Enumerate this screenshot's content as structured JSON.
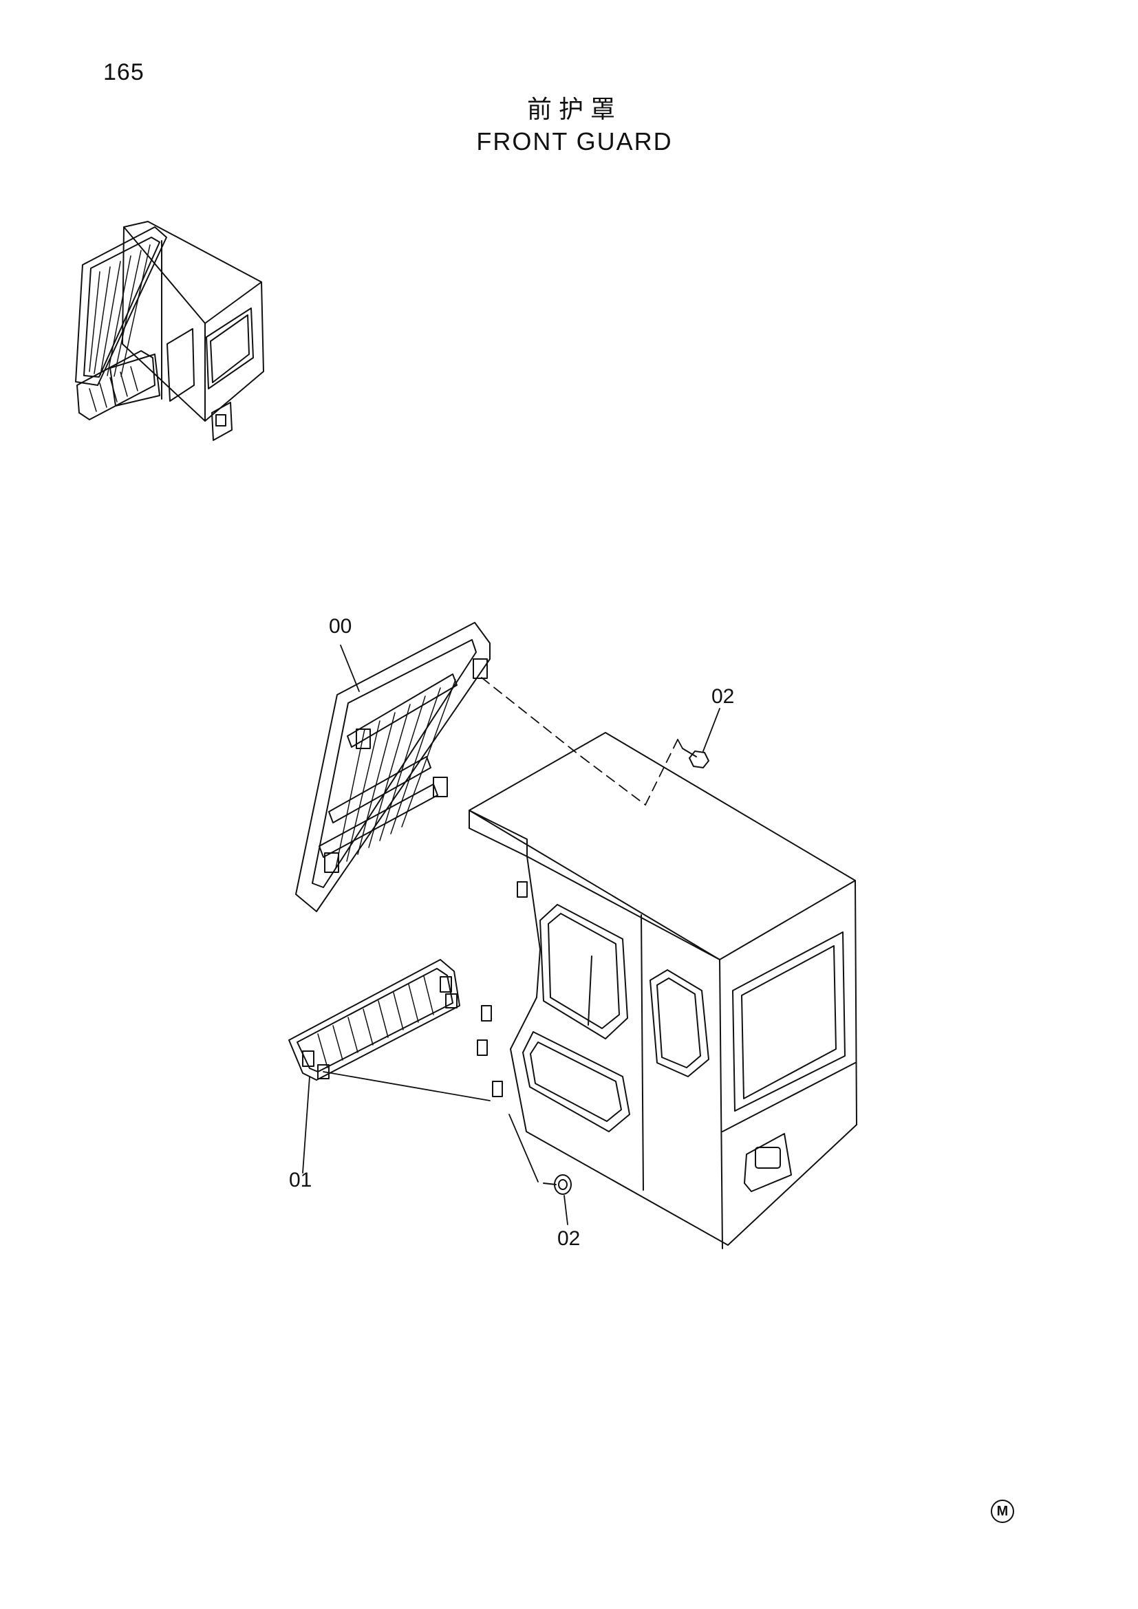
{
  "page": {
    "number": "165",
    "title_cn": "前护罩",
    "title_en": "FRONT GUARD"
  },
  "callouts": {
    "upper_guard": "00",
    "lower_guard": "01",
    "bolt_top": "02",
    "bolt_bottom": "02"
  },
  "mark": "M"
}
